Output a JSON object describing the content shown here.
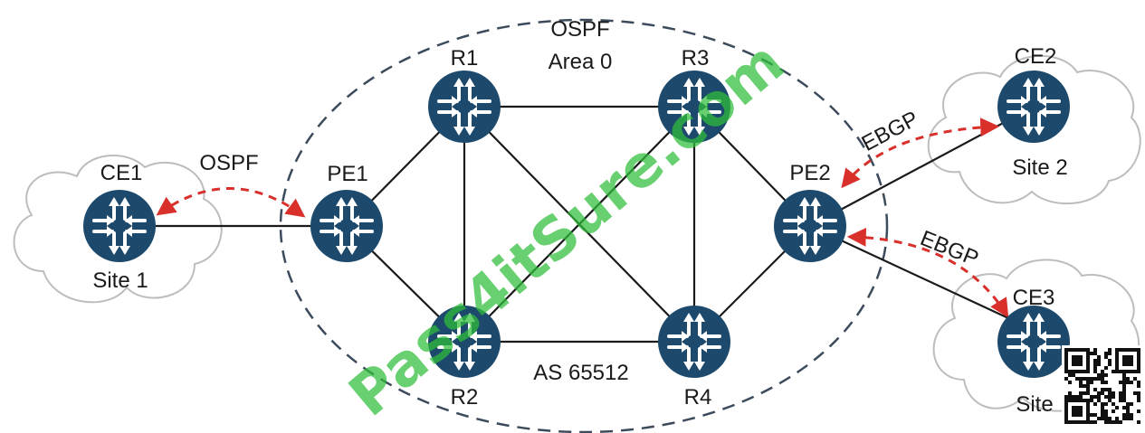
{
  "area_labels": {
    "protocol": "OSPF",
    "area": "Area 0",
    "as_number": "AS 65512"
  },
  "routers": {
    "r1": "R1",
    "r2": "R2",
    "r3": "R3",
    "r4": "R4",
    "pe1": "PE1",
    "pe2": "PE2",
    "ce1": "CE1",
    "ce2": "CE2",
    "ce3": "CE3"
  },
  "sites": {
    "site1": "Site 1",
    "site2": "Site 2",
    "site3": "Site"
  },
  "sessions": {
    "ce1_pe1": "OSPF",
    "pe2_ce2": "EBGP",
    "pe2_ce3": "EBGP"
  },
  "watermark": "Pass4itSure.com",
  "colors": {
    "router_fill": "#1d4a6c",
    "link": "#1a1a1a",
    "session_arrow": "#d9302b",
    "area_border": "#3c4b5c",
    "cloud_stroke": "#bdbdbd",
    "watermark": "#2fbf3a"
  },
  "icons": {
    "router": "router-icon",
    "cloud": "cloud-icon",
    "qr": "qr-code-icon"
  }
}
